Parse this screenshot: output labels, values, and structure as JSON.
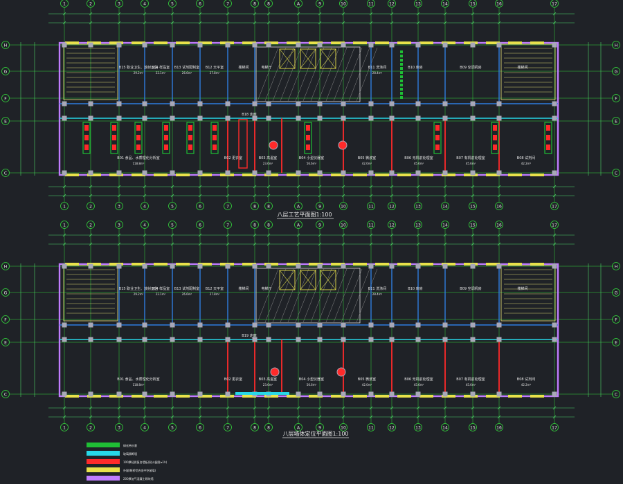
{
  "colors": {
    "background": "#1f2227",
    "grid_axis": "#34d83c",
    "dimension": "#4fd66a",
    "wall_outer": "#c07cff",
    "partition_blue": "#2f7de0",
    "fire_wall": "#ff2a2a",
    "window": "#e8e24a",
    "stair": "#d8d070",
    "pillar": "#a8a8b8",
    "text_white": "#e8e8e8",
    "cyan": "#27d8e8",
    "green_fill": "#1fbf35"
  },
  "axes": {
    "columns": [
      "1",
      "2",
      "3",
      "4",
      "5",
      "6",
      "7",
      "8",
      "8",
      "A",
      "9",
      "10",
      "11",
      "12",
      "13",
      "14",
      "15",
      "16",
      "17"
    ],
    "rows_top": [
      "H",
      "G",
      "F",
      "E",
      "C"
    ],
    "rows_bottom": [
      "H",
      "G",
      "F",
      "E",
      "C"
    ]
  },
  "plan_top": {
    "title": "八层工艺平面图1:100",
    "corridor_label": "B18 走廊",
    "rooms_north": [
      {
        "label": "B15 职业卫生、放射卫生",
        "area": "29.2m²"
      },
      {
        "label": "B14 样品室",
        "area": "22.1m²"
      },
      {
        "label": "B13 试剂配制室",
        "area": "26.6m²"
      },
      {
        "label": "B12 天平室",
        "area": "27.8m²"
      },
      {
        "label": "楼梯间",
        "area": ""
      },
      {
        "label": "电梯厅",
        "area": ""
      },
      {
        "label": "B11 洗涤间",
        "area": "28.4m²"
      },
      {
        "label": "B10 库房",
        "area": ""
      },
      {
        "label": "B09 空调机房",
        "area": ""
      },
      {
        "label": "楼梯间",
        "area": ""
      }
    ],
    "rooms_south": [
      {
        "label": "B01 食品、水质理化分析室",
        "area": "118.8m²"
      },
      {
        "label": "B02 更衣室",
        "area": ""
      },
      {
        "label": "B03 高温室",
        "area": "23.6m²"
      },
      {
        "label": "B04 小型仪器室",
        "area": "56.6m²"
      },
      {
        "label": "B05 微波室",
        "area": "42.0m²"
      },
      {
        "label": "B06 无机前处理室",
        "area": "45.6m²"
      },
      {
        "label": "B07 有机前处理室",
        "area": "45.6m²"
      },
      {
        "label": "B08 试剂间",
        "area": "42.2m²"
      }
    ]
  },
  "plan_bottom": {
    "title": "八层墙体定位平面图1:100",
    "corridor_label": "B19 走廊",
    "rooms_north": [
      {
        "label": "B15 职业卫生、放射卫生",
        "area": "29.2m²"
      },
      {
        "label": "B14 样品室",
        "area": "22.1m²"
      },
      {
        "label": "B13 试剂配制室",
        "area": "26.6m²"
      },
      {
        "label": "B12 天平室",
        "area": "27.8m²"
      },
      {
        "label": "楼梯间",
        "area": ""
      },
      {
        "label": "电梯厅",
        "area": ""
      },
      {
        "label": "B11 洗涤间",
        "area": "28.4m²"
      },
      {
        "label": "B10 库房",
        "area": ""
      },
      {
        "label": "B09 空调机房",
        "area": ""
      },
      {
        "label": "楼梯间",
        "area": ""
      }
    ],
    "rooms_south": [
      {
        "label": "B01 食品、水质理化分析室",
        "area": "118.8m²"
      },
      {
        "label": "B02 更衣室",
        "area": ""
      },
      {
        "label": "B03 高温室",
        "area": "23.6m²"
      },
      {
        "label": "B04 小型仪器室",
        "area": "56.6m²"
      },
      {
        "label": "B05 微波室",
        "area": "42.0m²"
      },
      {
        "label": "B06 无机前处理室",
        "area": "45.6m²"
      },
      {
        "label": "B07 有机前处理室",
        "area": "45.6m²"
      },
      {
        "label": "B08 试剂间",
        "area": "42.2m²"
      }
    ]
  },
  "legend": [
    {
      "swatch_color": "#1fbf35",
      "label": "绿化带示意"
    },
    {
      "swatch_color": "#27d8e8",
      "label": "玻璃隔断墙"
    },
    {
      "swatch_color": "#ff2a2a",
      "label": "100厚轻质复合墙板(耐火极限≥1h)"
    },
    {
      "swatch_color": "#e8e24a",
      "label": "外窗(断桥铝合金中空玻璃)"
    },
    {
      "swatch_color": "#c07cff",
      "label": "200厚加气混凝土砌块墙"
    }
  ]
}
